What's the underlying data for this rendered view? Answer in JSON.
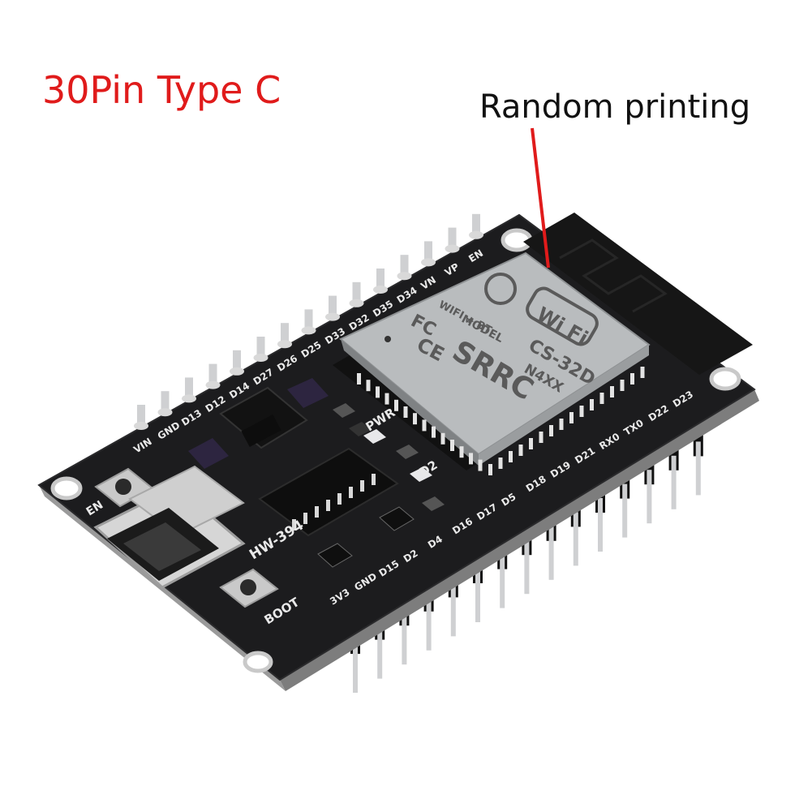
{
  "image": {
    "title": "30Pin Type C",
    "annotation": "Random printing",
    "colors": {
      "title": "#e01b1b",
      "arrow": "#e01b1b",
      "board": "#1c1c1e",
      "module_shield": "#b9bcbe"
    }
  },
  "board": {
    "top_pin_labels": [
      "VIN",
      "GND",
      "D13",
      "D12",
      "D14",
      "D27",
      "D26",
      "D25",
      "D33",
      "D32",
      "D35",
      "D34",
      "VN",
      "VP",
      "EN"
    ],
    "bottom_pin_labels": [
      "3V3",
      "GND",
      "D15",
      "D2",
      "D4",
      "D16",
      "D17",
      "D5",
      "D18",
      "D19",
      "D21",
      "RX0",
      "TX0",
      "D22",
      "D23"
    ],
    "model_label": "HW-394",
    "pwr_label": "PWR",
    "led_label": "D2",
    "boot_label": "BOOT",
    "en_label": "EN"
  },
  "module": {
    "model_label": "MODEL",
    "wifi_bt_label": "WIFI + BT",
    "wifi_logo_text": "Wi Fi",
    "model_name": "CS-32D",
    "fc_mark": "FC",
    "ce_mark": "CE",
    "srrc_mark": "SRRC",
    "code": "N4XX"
  }
}
